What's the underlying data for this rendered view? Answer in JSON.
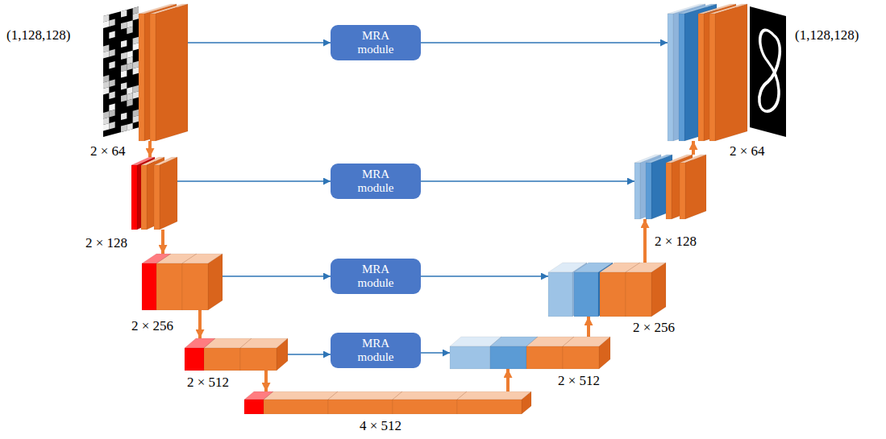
{
  "diagram": {
    "nodes": [
      {
        "text": [
          "2 × 64"
        ]
      },
      {
        "text": [
          "MRA module"
        ]
      },
      {
        "text": [
          "2 × 64"
        ]
      },
      {
        "text": [
          "2 × 128"
        ]
      },
      {
        "text": [
          "MRA module"
        ]
      },
      {
        "text": [
          "2 × 128"
        ]
      },
      {
        "text": [
          "2 × 256"
        ]
      },
      {
        "text": [
          "MRA module"
        ]
      },
      {
        "text": [
          "2 × 256"
        ]
      },
      {
        "text": [
          "2 × 512"
        ]
      },
      {
        "text": [
          "MRA module"
        ]
      },
      {
        "text": [
          "2 × 512"
        ]
      },
      {
        "text": [
          "4 × 512"
        ]
      }
    ],
    "edges": [
      {
        "from": 0,
        "to": 1,
        "arrow": "to"
      },
      {
        "from": 1,
        "to": 2,
        "arrow": "to"
      },
      {
        "from": 3,
        "to": 4,
        "arrow": "to"
      },
      {
        "from": 4,
        "to": 5,
        "arrow": "to"
      },
      {
        "from": 6,
        "to": 7,
        "arrow": "to"
      },
      {
        "from": 7,
        "to": 8,
        "arrow": "to"
      },
      {
        "from": 9,
        "to": 10,
        "arrow": "to"
      },
      {
        "from": 10,
        "to": 11,
        "arrow": "to"
      },
      {
        "from": 0,
        "to": 3,
        "arrow": "to"
      },
      {
        "from": 3,
        "to": 6,
        "arrow": "to"
      },
      {
        "from": 6,
        "to": 9,
        "arrow": "to"
      },
      {
        "from": 9,
        "to": 12,
        "arrow": "to"
      },
      {
        "from": 12,
        "to": 11,
        "arrow": "to"
      },
      {
        "from": 11,
        "to": 8,
        "arrow": "to"
      },
      {
        "from": 8,
        "to": 5,
        "arrow": "to"
      },
      {
        "from": 5,
        "to": 2,
        "arrow": "to"
      }
    ],
    "labels": [
      "(1,128,128)",
      "(1,128,128)"
    ]
  }
}
